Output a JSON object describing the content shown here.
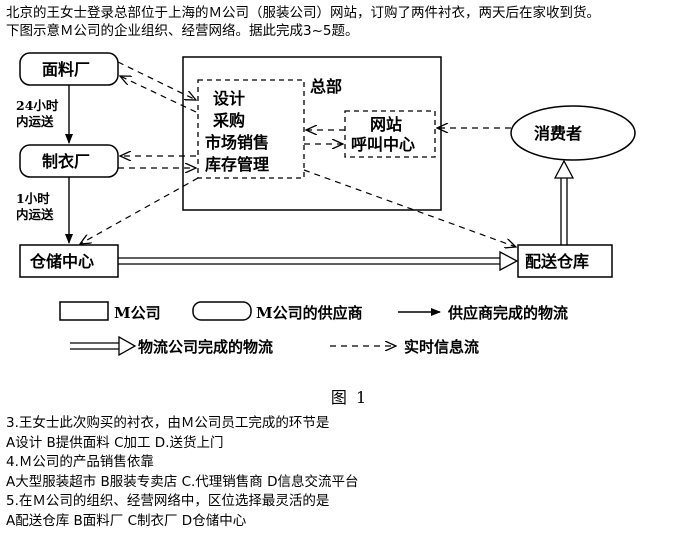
{
  "intro": {
    "line1": "北京的王女士登录总部位于上海的Ｍ公司（服装公司）网站，订购了两件衬衣，两天后在家收到货。",
    "line2": "下图示意Ｍ公司的企业组织、经营网络。据此完成3~5题。"
  },
  "diagram": {
    "nodes": {
      "fabric_factory": "面料厂",
      "garment_factory": "制衣厂",
      "storage_center": "仓储中心",
      "delivery_warehouse": "配送仓库",
      "consumer": "消费者",
      "hq_title": "总部",
      "hq_functions": [
        "设计",
        "采购",
        "市场销售",
        "库存管理"
      ],
      "web_call": [
        "网站",
        "呼叫中心"
      ]
    },
    "edge_labels": {
      "fabric_to_garment": [
        "24小时",
        "内运送"
      ],
      "garment_to_storage": [
        "1小时",
        "内运送"
      ]
    },
    "legend": {
      "m_company": "M公司",
      "supplier": "M公司的供应商",
      "supplier_flow": "供应商完成的物流",
      "logistics_flow": "物流公司完成的物流",
      "info_flow": "实时信息流"
    },
    "caption": "图 1"
  },
  "questions": [
    {
      "stem": "3.王女士此次购买的衬衣，由Ｍ公司员工完成的环节是",
      "options": "A设计   B提供面料 C加工 D.送货上门"
    },
    {
      "stem": "4.Ｍ公司的产品销售依靠",
      "options": "A大型服装超市   B服装专卖店   C.代理销售商   D信息交流平台"
    },
    {
      "stem": "5.在Ｍ公司的组织、经营网络中，区位选择最灵活的是",
      "options": "A配送仓库   B面料厂   C制衣厂   D仓储中心"
    }
  ]
}
